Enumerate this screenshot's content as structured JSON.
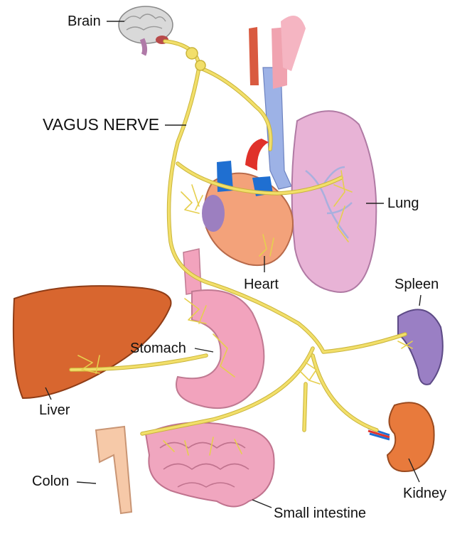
{
  "labels": {
    "brain": "Brain",
    "vagus": "VAGUS NERVE",
    "lung": "Lung",
    "heart": "Heart",
    "spleen": "Spleen",
    "stomach": "Stomach",
    "liver": "Liver",
    "colon": "Colon",
    "kidney": "Kidney",
    "small_intestine": "Small intestine"
  },
  "colors": {
    "nerve": "#f2df6a",
    "nerve_outline": "#c9b43a",
    "lung": "#e8b3d6",
    "heart": "#f3a27a",
    "artery": "#e0312a",
    "vein": "#1f6fd1",
    "liver": "#d8662f",
    "stomach": "#f2a3bd",
    "intestine": "#f0a6bf",
    "colon": "#f6c9a8",
    "kidney": "#e87a3c",
    "spleen": "#9a7fc4"
  }
}
